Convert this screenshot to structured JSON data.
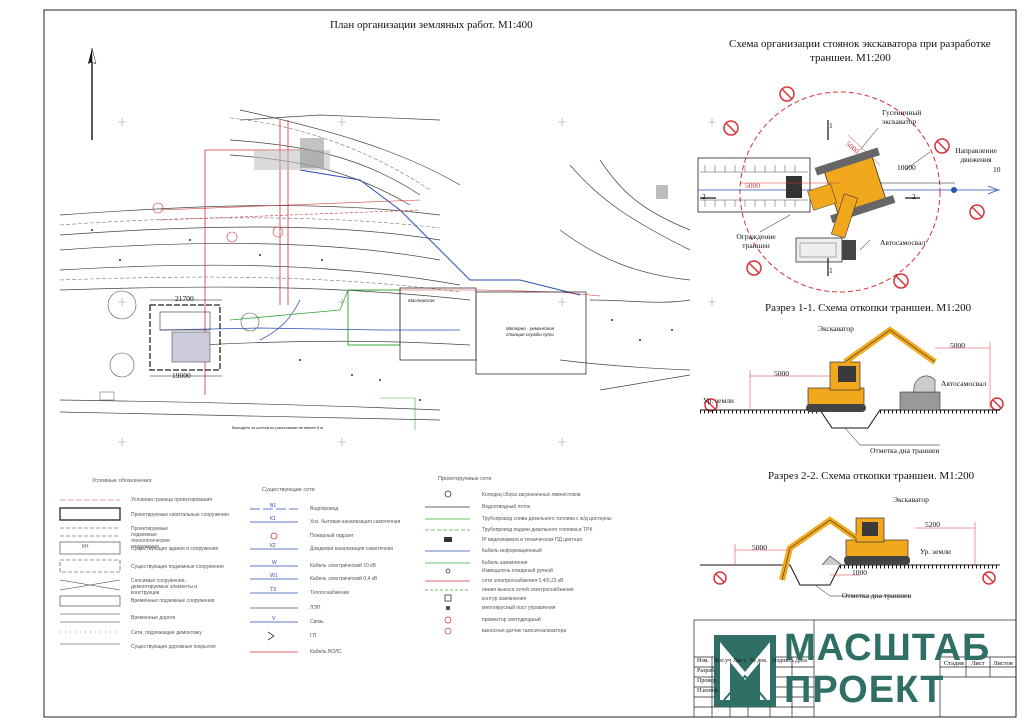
{
  "titles": {
    "plan": "План организации земляных работ. М1:400",
    "scheme_line1": "Схема организации стоянок экскаватора при разработке",
    "scheme_line2": "траншеи. М1:200",
    "section1": "Разрез 1-1. Схема откопки траншеи. М1:200",
    "section2": "Разрез 2-2. Схема откопки траншеи. М1:200"
  },
  "scheme": {
    "excavator": "Гусеничный экскаватор",
    "direction": "Направление движения",
    "fence": "Ограждение траншеи",
    "truck": "Автосамосвал",
    "d5000a": "5000",
    "d5000b": "5000",
    "d10000": "10000",
    "n1": "1",
    "n2": "2",
    "n10": "10"
  },
  "section1": {
    "excavator": "Экскаватор",
    "truck": "Автосамосвал",
    "ground": "Ур. земли",
    "bottom": "Отметка дна траншеи",
    "d1": "5000",
    "d2": "5000"
  },
  "section2": {
    "excavator": "Экскаватор",
    "ground": "Ур. земли",
    "bottom": "Отметка дна траншеи",
    "d1": "5000",
    "d2": "5200",
    "d3": "1000"
  },
  "plan": {
    "d1": "21700",
    "d2": "19000",
    "building1": "Мастерская",
    "building2": "Моторно - ремонтная станция службы пути",
    "note": "Выходить из котлов по расстоянию не менее 5 м"
  },
  "legend_left": {
    "title": "Условные обозначения",
    "items": [
      "Условная граница проектирования",
      "Проектируемые капитальные сооружения",
      "Проектируемые подземные технологические сооружения",
      "Существующие здания и сооружения",
      "Существующие подземные сооружения",
      "Сносимые сооружения, демонтируемые элементы и конструкции",
      "Временные подземные сооружения",
      "Временные дороги",
      "Сети, подлежащие демонтажу",
      "Существующие дорожные покрытия"
    ],
    "kh": "КН"
  },
  "legend_mid": {
    "title": "Существующие сети",
    "items": [
      {
        "code": "В1",
        "label": "Водопровод"
      },
      {
        "code": "К1",
        "label": "Хоз. бытовая канализация самотечная"
      },
      {
        "code": "",
        "label": "Пожарный гидрант"
      },
      {
        "code": "К2",
        "label": "Дождевая канализация самотечная"
      },
      {
        "code": "W",
        "label": "Кабель электрический 10 кВ"
      },
      {
        "code": "W1",
        "label": "Кабель электрический 0,4 кВ"
      },
      {
        "code": "ТЗ",
        "label": "Теплоснабжение"
      },
      {
        "code": "",
        "label": "ЛЭП"
      },
      {
        "code": "V",
        "label": "Связь"
      },
      {
        "code": "",
        "label": "ГП"
      },
      {
        "code": "",
        "label": "Кабель ВОЛС"
      }
    ]
  },
  "legend_right": {
    "title": "Проектируемые сети",
    "items": [
      "Колодец сбора загрязненных ливнестоков",
      "Водоотводный лоток",
      "Трубопровод слива дизельного топлива с ж/д цистерны",
      "Трубопровод подачи дизельного топлива в ТРК",
      "IP видеокамера в техническом ПД цветная",
      "Кабель информационный",
      "Кабель заземления",
      "Извещатель пожарный ручной",
      "сети электроснабжения 0,4/0,23 кВ",
      "линия выноса сетей электроснабжения",
      "контур заземления",
      "многоярусный пост управления",
      "прожектор светодиодный",
      "выносная датчик газосигнализатора"
    ]
  },
  "stamp": {
    "r1": [
      "Изм.",
      "Кол.уч",
      "Лист",
      "№ док.",
      "Подпись",
      "Дата"
    ],
    "r2": "Разраб.",
    "r3": "Провер.",
    "r4": "Н.контр.",
    "stage": "Стадия",
    "sheet": "Лист",
    "sheets": "Листов"
  },
  "brand": {
    "line1": "МАСШТАБ",
    "line2": "ПРОЕКТ"
  },
  "colors": {
    "excavator": "#f2a81d",
    "red": "#d8323a",
    "blue": "#2b4fb5",
    "green": "#3aa83a",
    "brand": "#2f6f66"
  }
}
